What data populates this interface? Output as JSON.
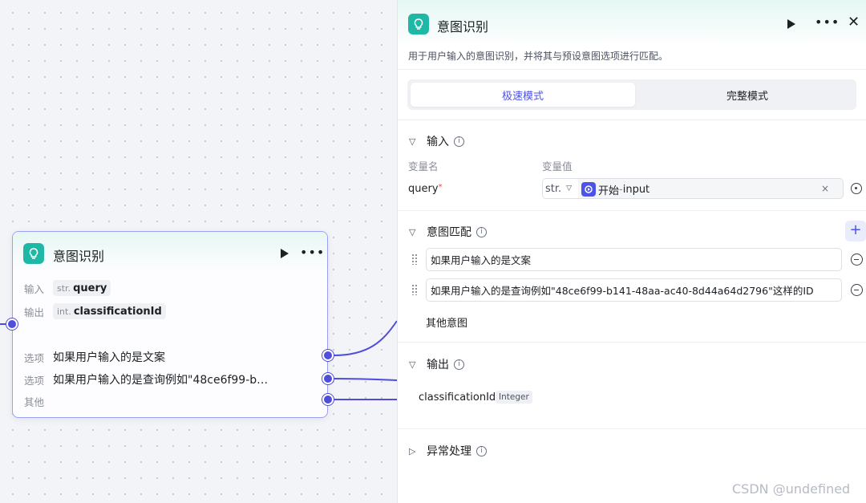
{
  "node": {
    "title": "意图识别",
    "input_label": "输入",
    "input_type": "str.",
    "input_name": "query",
    "output_label": "输出",
    "output_type": "int.",
    "output_name": "classificationId",
    "options": [
      {
        "label": "选项",
        "text": "如果用户输入的是文案"
      },
      {
        "label": "选项",
        "text": "如果用户输入的是查询例如\"48ce6f99-b…"
      }
    ],
    "other_label": "其他"
  },
  "panel": {
    "title": "意图识别",
    "description": "用于用户输入的意图识别，并将其与预设意图选项进行匹配。",
    "modes": {
      "fast": "极速模式",
      "full": "完整模式"
    },
    "input_section": {
      "title": "输入",
      "col_name": "变量名",
      "col_value": "变量值",
      "var_name": "query",
      "required_mark": "*",
      "type": "str.",
      "ref_node": "开始",
      "ref_sep": " - ",
      "ref_var": "input",
      "clear": "×"
    },
    "intent_section": {
      "title": "意图匹配",
      "plus": "+",
      "intents": [
        "如果用户输入的是文案",
        "如果用户输入的是查询例如\"48ce6f99-b141-48aa-ac40-8d44a64d2796\"这样的ID"
      ],
      "other": "其他意图"
    },
    "output_section": {
      "title": "输出",
      "var_name": "classificationId",
      "var_type": "Integer"
    },
    "error_section": {
      "title": "异常处理"
    }
  },
  "watermark": "CSDN @undefined",
  "colors": {
    "accent": "#4d53e8",
    "port": "#4f4ddb",
    "node_icon": "#1fb8a6"
  }
}
